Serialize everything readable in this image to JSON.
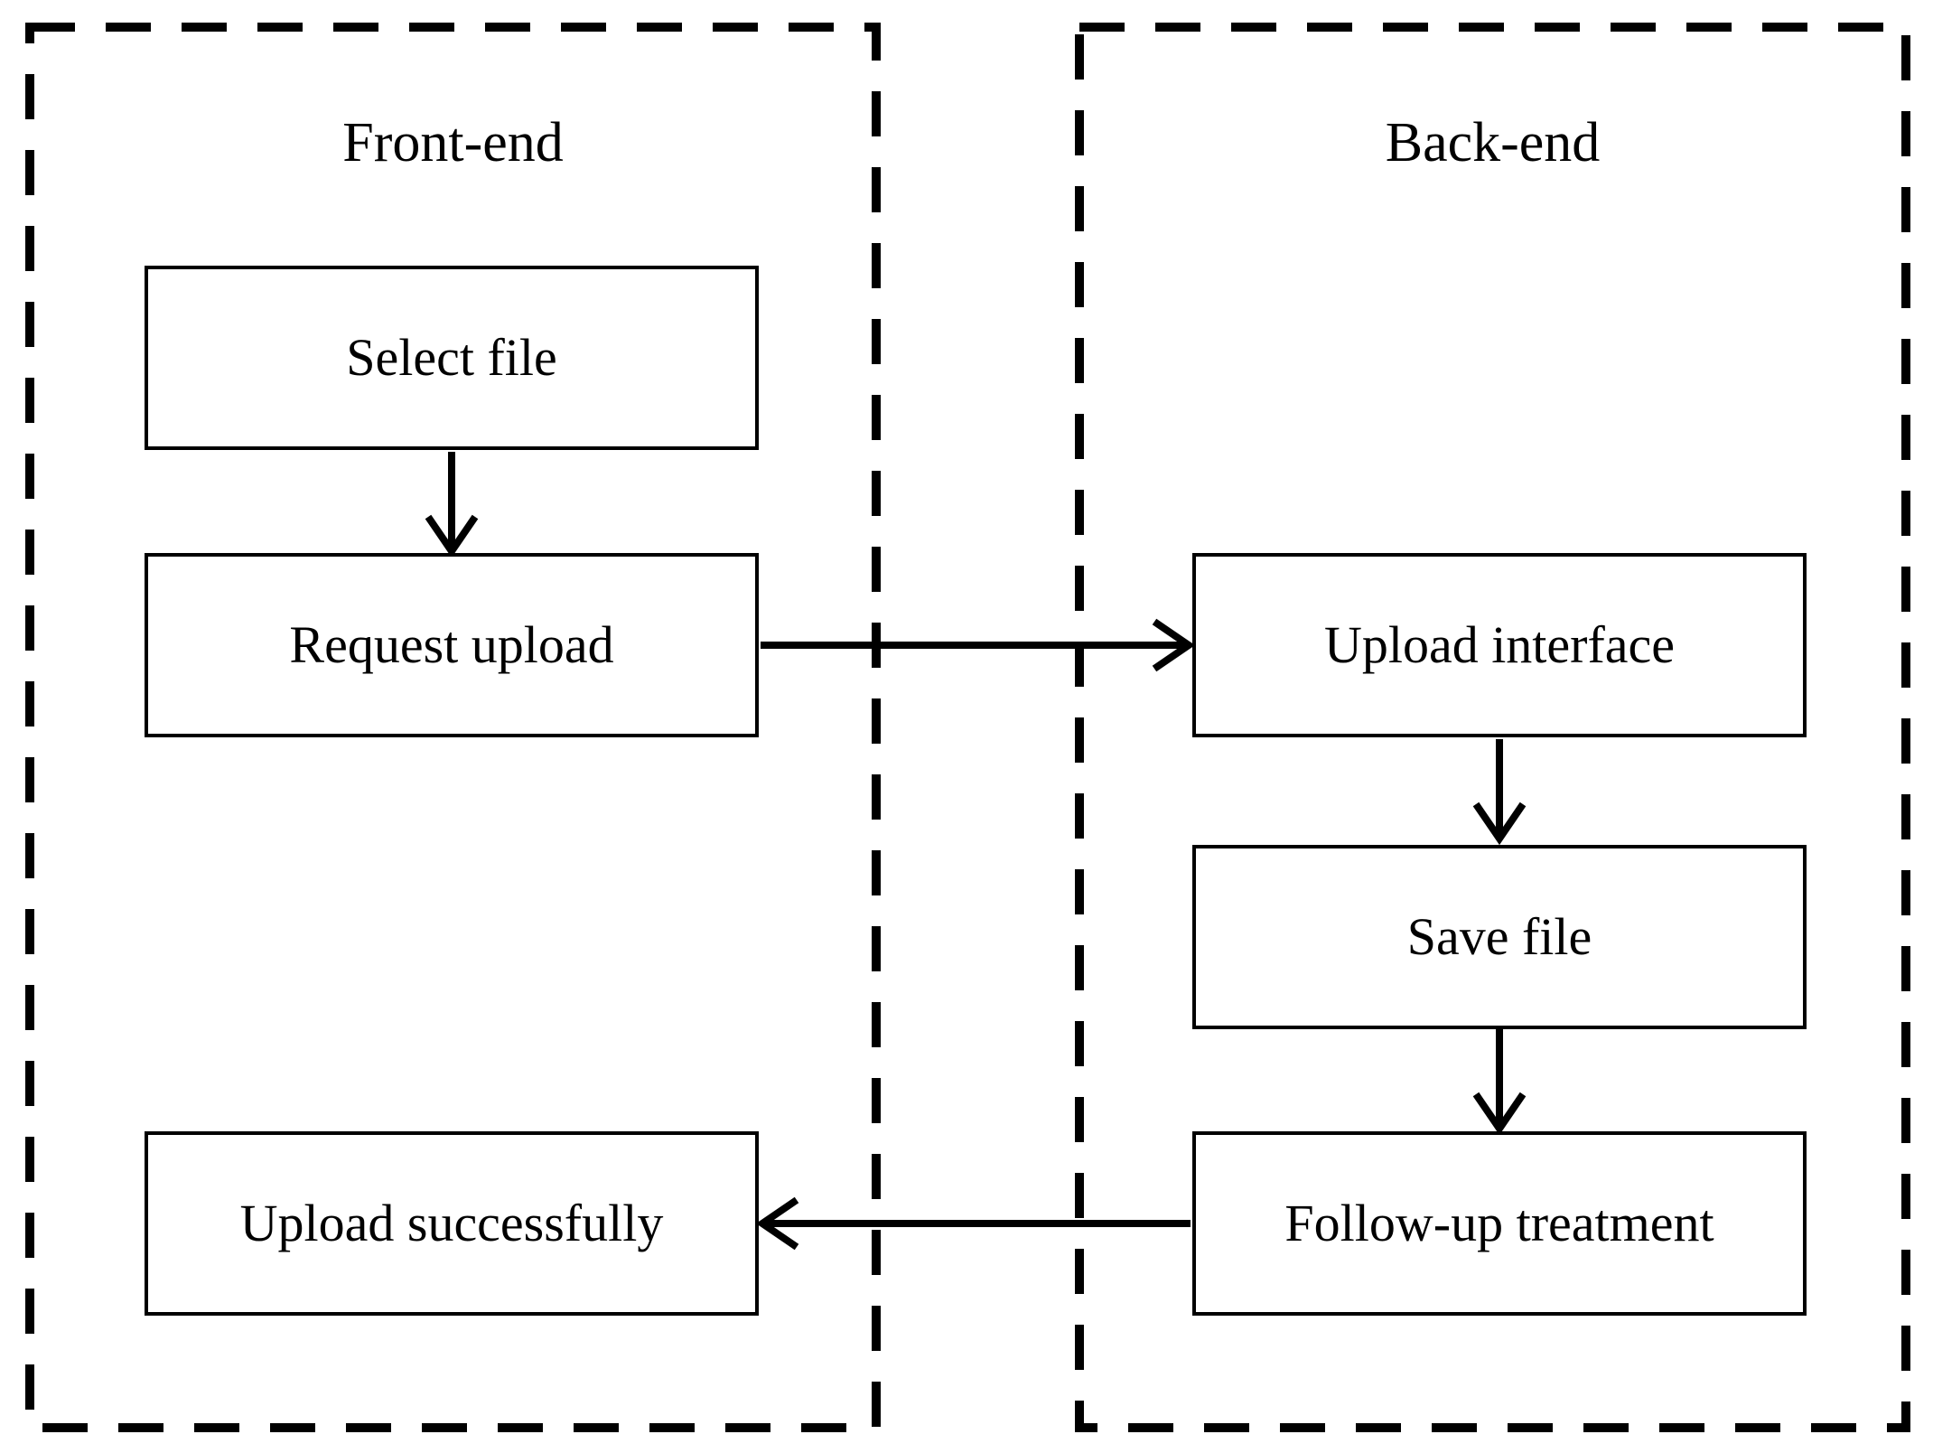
{
  "diagram": {
    "type": "flowchart",
    "lanes": [
      {
        "id": "front-end",
        "label": "Front-end"
      },
      {
        "id": "back-end",
        "label": "Back-end"
      }
    ],
    "nodes": [
      {
        "id": "select-file",
        "label": "Select file",
        "lane": "front-end"
      },
      {
        "id": "request-upload",
        "label": "Request upload",
        "lane": "front-end"
      },
      {
        "id": "upload-interface",
        "label": "Upload interface",
        "lane": "back-end"
      },
      {
        "id": "save-file",
        "label": "Save file",
        "lane": "back-end"
      },
      {
        "id": "follow-up-treatment",
        "label": "Follow-up treatment",
        "lane": "back-end"
      },
      {
        "id": "upload-successfully",
        "label": "Upload successfully",
        "lane": "front-end"
      }
    ],
    "edges": [
      {
        "from": "select-file",
        "to": "request-upload",
        "direction": "down"
      },
      {
        "from": "request-upload",
        "to": "upload-interface",
        "direction": "right"
      },
      {
        "from": "upload-interface",
        "to": "save-file",
        "direction": "down"
      },
      {
        "from": "save-file",
        "to": "follow-up-treatment",
        "direction": "down"
      },
      {
        "from": "follow-up-treatment",
        "to": "upload-successfully",
        "direction": "left"
      }
    ],
    "colors": {
      "line": "#000000",
      "box_fill": "#ffffff",
      "text": "#000000",
      "background": "#ffffff"
    }
  }
}
